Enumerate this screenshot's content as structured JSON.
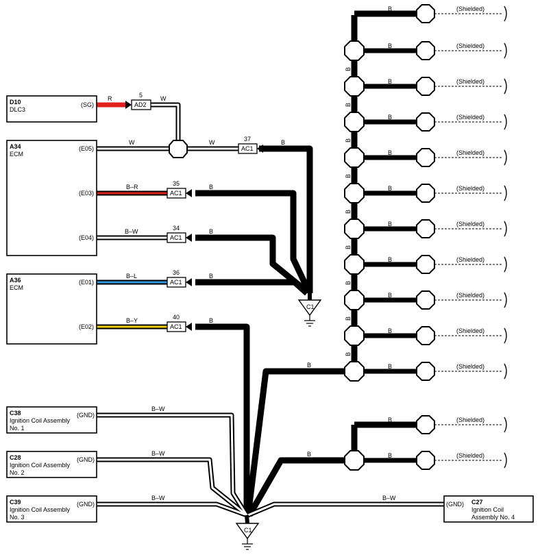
{
  "components": {
    "d10": {
      "code": "D10",
      "name": "DLC3",
      "pin": "(SG)"
    },
    "a34": {
      "code": "A34",
      "name": "ECM",
      "pins": [
        "(E05)",
        "(E03)",
        "(E04)"
      ]
    },
    "a36": {
      "code": "A36",
      "name": "ECM",
      "pins": [
        "(E01)",
        "(E02)"
      ]
    },
    "c38": {
      "code": "C38",
      "line1": "Ignition Coil Assembly",
      "line2": "No.  1",
      "pin": "(GND)"
    },
    "c28": {
      "code": "C28",
      "line1": "Ignition Coil Assembly",
      "line2": "No.  2",
      "pin": "(GND)"
    },
    "c39": {
      "code": "C39",
      "line1": "Ignition Coil Assembly",
      "line2": "No.  3",
      "pin": "(GND)"
    },
    "c27": {
      "code": "C27",
      "line1": "Ignition Coil",
      "line2": "Assembly No.  4",
      "pin": "(GND)"
    }
  },
  "connectors": {
    "ad2": {
      "name": "AD2",
      "pin": "5"
    },
    "ac1_37": {
      "name": "AC1",
      "pin": "37"
    },
    "ac1_35": {
      "name": "AC1",
      "pin": "35"
    },
    "ac1_34": {
      "name": "AC1",
      "pin": "34"
    },
    "ac1_36": {
      "name": "AC1",
      "pin": "36"
    },
    "ac1_40": {
      "name": "AC1",
      "pin": "40"
    }
  },
  "wires": {
    "r": "R",
    "w": "W",
    "br": "B–R",
    "bw": "B–W",
    "bl": "B–L",
    "by": "B–Y",
    "b": "B"
  },
  "grounds": {
    "c1": "C1"
  },
  "shielded": "(Shielded)",
  "colors": {
    "wire_black": "#000000",
    "wire_red": "#e0201c",
    "wire_blue": "#3399dd",
    "wire_yellow": "#f0d010",
    "background": "#ffffff"
  }
}
